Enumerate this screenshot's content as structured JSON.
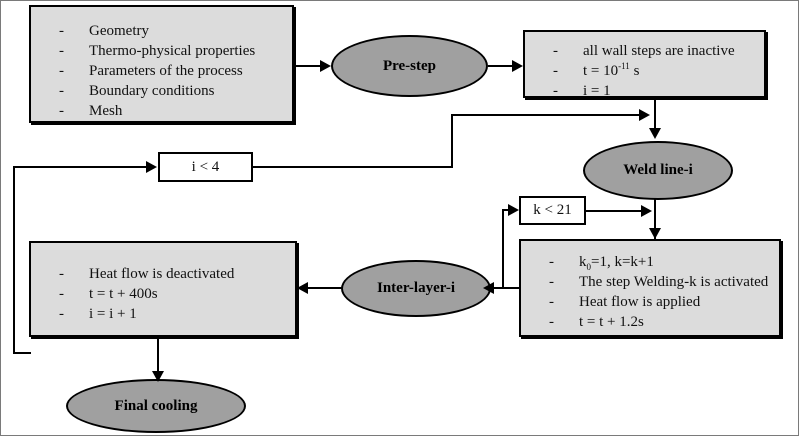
{
  "diagram": {
    "type": "flowchart",
    "title": "Welding simulation process flowchart",
    "colors": {
      "process_fill": "#dcdcdc",
      "terminator_fill": "#a0a0a0",
      "decision_fill": "#ffffff",
      "stroke": "#000000",
      "background": "#ffffff"
    },
    "nodes": {
      "inputs": {
        "shape": "rectangle",
        "items": [
          "Geometry",
          "Thermo-physical properties",
          "Parameters of the process",
          "Boundary conditions",
          "Mesh"
        ]
      },
      "pre_step": {
        "shape": "ellipse",
        "label": "Pre-step"
      },
      "init_state": {
        "shape": "rectangle",
        "items": [
          "all wall steps are inactive",
          "t = 10-11 s",
          "i = 1"
        ],
        "item2_prefix": "t = 10",
        "item2_sup": "-11",
        "item2_suffix": " s"
      },
      "cond_i": {
        "shape": "decision",
        "label": "i < 4"
      },
      "weld_line": {
        "shape": "ellipse",
        "label": "Weld line-i"
      },
      "cond_k": {
        "shape": "decision",
        "label": "k < 21"
      },
      "welding_step": {
        "shape": "rectangle",
        "items": [
          "k0=1, k=k+1",
          "The step Welding-k is activated",
          "Heat flow is applied",
          "t = t + 1.2s"
        ],
        "item1_prefix": "k",
        "item1_sub": "0",
        "item1_suffix": "=1, k=k+1"
      },
      "inter_layer": {
        "shape": "ellipse",
        "label": "Inter-layer-i"
      },
      "cooling_step": {
        "shape": "rectangle",
        "items": [
          "Heat flow is deactivated",
          "t = t + 400s",
          "i  = i + 1"
        ]
      },
      "final_cooling": {
        "shape": "ellipse",
        "label": "Final cooling"
      }
    },
    "bullet": "-"
  }
}
